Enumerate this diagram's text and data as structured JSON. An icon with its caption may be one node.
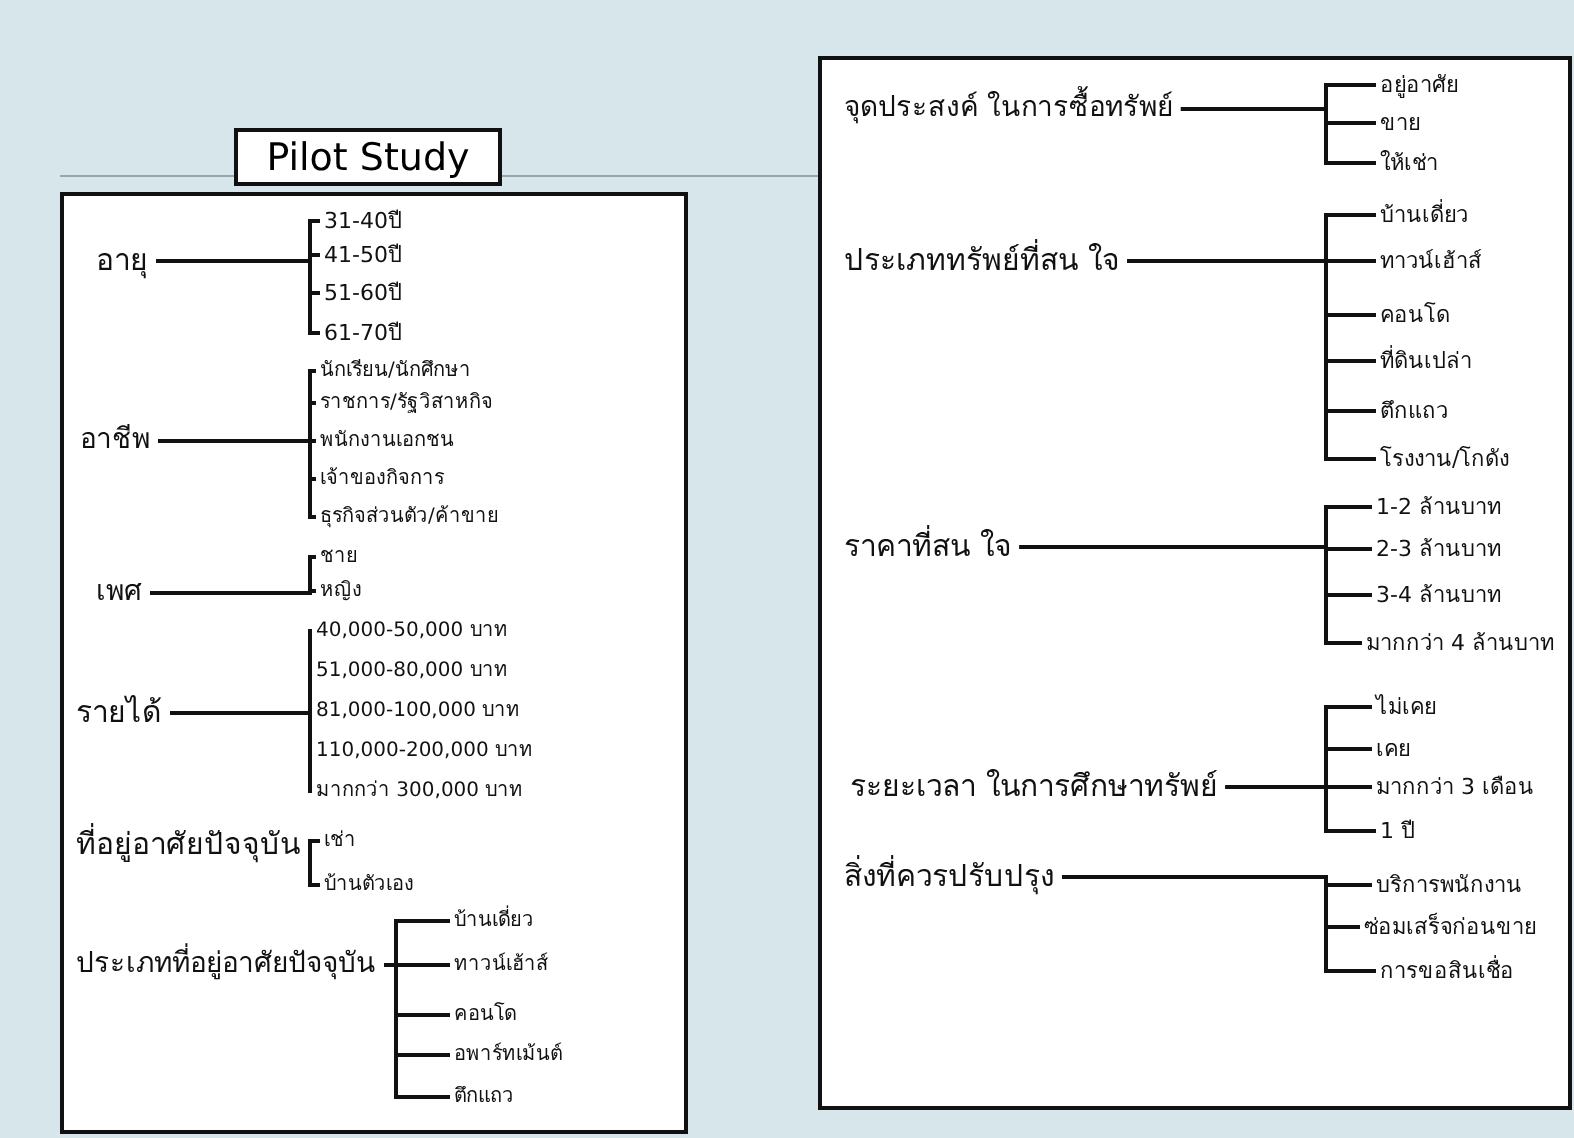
{
  "diagram": {
    "nodes": [
      {
        "text": [
          "Pilot Study"
        ]
      },
      {
        "text": [],
        "shape": "box"
      },
      {
        "text": [
          "อายุ"
        ],
        "in": 1
      },
      {
        "text": [
          "31-40ปี"
        ],
        "in": 1
      },
      {
        "text": [
          "41-50ปี"
        ],
        "in": 1
      },
      {
        "text": [
          "51-60ปี"
        ],
        "in": 1
      },
      {
        "text": [
          "61-70ปี"
        ],
        "in": 1
      },
      {
        "text": [
          "อาชีพ"
        ],
        "in": 1
      },
      {
        "text": [
          "นักเรียน/นักศึกษา"
        ],
        "in": 1
      },
      {
        "text": [
          "ราชการ/รัฐวิสาหกิจ"
        ],
        "in": 1
      },
      {
        "text": [
          "พนักงานเอกชน"
        ],
        "in": 1
      },
      {
        "text": [
          "เจ้าของกิจการ"
        ],
        "in": 1
      },
      {
        "text": [
          "ธุรกิจส่วนตัว/ค้าขาย"
        ],
        "in": 1
      },
      {
        "text": [
          "เพศ"
        ],
        "in": 1
      },
      {
        "text": [
          "ชาย"
        ],
        "in": 1
      },
      {
        "text": [
          "หญิง"
        ],
        "in": 1
      },
      {
        "text": [
          "รายได้"
        ],
        "in": 1
      },
      {
        "text": [
          "40,000-50,000 บาท"
        ],
        "in": 1
      },
      {
        "text": [
          "51,000-80,000 บาท"
        ],
        "in": 1
      },
      {
        "text": [
          "81,000-100,000 บาท"
        ],
        "in": 1
      },
      {
        "text": [
          "110,000-200,000 บาท"
        ],
        "in": 1
      },
      {
        "text": [
          "มากกว่า 300,000 บาท"
        ],
        "in": 1
      },
      {
        "text": [
          "ที่อยู่อาศัยปัจจุบัน"
        ],
        "in": 1
      },
      {
        "text": [
          "เช่า"
        ],
        "in": 1
      },
      {
        "text": [
          "บ้านตัวเอง"
        ],
        "in": 1
      },
      {
        "text": [
          "ประเภทที่อยู่อาศัยปัจจุบัน"
        ],
        "in": 1
      },
      {
        "text": [
          "บ้านเดี่ยว"
        ],
        "in": 1
      },
      {
        "text": [
          "ทาวน์เฮ้าส์"
        ],
        "in": 1
      },
      {
        "text": [
          "คอนโด"
        ],
        "in": 1
      },
      {
        "text": [
          "อพาร์ทเม้นต์"
        ],
        "in": 1
      },
      {
        "text": [
          "ตึกแถว"
        ],
        "in": 1
      },
      {
        "text": [],
        "shape": "box"
      },
      {
        "text": [
          "จุดประสงค์ ในการซื้อทรัพย์"
        ],
        "in": 31
      },
      {
        "text": [
          "อยู่อาศัย"
        ],
        "in": 31
      },
      {
        "text": [
          "ขาย"
        ],
        "in": 31
      },
      {
        "text": [
          "ให้เช่า"
        ],
        "in": 31
      },
      {
        "text": [
          "ประเภททรัพย์ที่สน ใจ"
        ],
        "in": 31
      },
      {
        "text": [
          "บ้านเดี่ยว"
        ],
        "in": 31
      },
      {
        "text": [
          "ทาวน์เฮ้าส์"
        ],
        "in": 31
      },
      {
        "text": [
          "คอนโด"
        ],
        "in": 31
      },
      {
        "text": [
          "ที่ดินเปล่า"
        ],
        "in": 31
      },
      {
        "text": [
          "ตึกแถว"
        ],
        "in": 31
      },
      {
        "text": [
          "โรงงาน/โกดัง"
        ],
        "in": 31
      },
      {
        "text": [
          "ราคาที่สน ใจ"
        ],
        "in": 31
      },
      {
        "text": [
          "1-2 ล้านบาท"
        ],
        "in": 31
      },
      {
        "text": [
          "2-3 ล้านบาท"
        ],
        "in": 31
      },
      {
        "text": [
          "3-4 ล้านบาท"
        ],
        "in": 31
      },
      {
        "text": [
          "มากกว่า 4 ล้านบาท"
        ],
        "in": 31
      },
      {
        "text": [
          "ระยะเวลา ในการศึกษาทรัพย์"
        ],
        "in": 31
      },
      {
        "text": [
          "ไม่เคย"
        ],
        "in": 31
      },
      {
        "text": [
          "เคย"
        ],
        "in": 31
      },
      {
        "text": [
          "มากกว่า 3 เดือน"
        ],
        "in": 31
      },
      {
        "text": [
          "1 ปี"
        ],
        "in": 31
      },
      {
        "text": [
          "สิ่งที่ควรปรับปรุง"
        ],
        "in": 31
      },
      {
        "text": [
          "บริการพนักงาน"
        ],
        "in": 31
      },
      {
        "text": [
          "ซ่อมเสร็จก่อนขาย"
        ],
        "in": 31
      },
      {
        "text": [
          "การขอสินเชื่อ"
        ],
        "in": 31
      }
    ],
    "edges": [
      {
        "from": 2,
        "to": 3,
        "arrow": "none"
      },
      {
        "from": 2,
        "to": 4,
        "arrow": "none"
      },
      {
        "from": 2,
        "to": 5,
        "arrow": "none"
      },
      {
        "from": 2,
        "to": 6,
        "arrow": "none"
      },
      {
        "from": 7,
        "to": 8,
        "arrow": "none"
      },
      {
        "from": 7,
        "to": 9,
        "arrow": "none"
      },
      {
        "from": 7,
        "to": 10,
        "arrow": "none"
      },
      {
        "from": 7,
        "to": 11,
        "arrow": "none"
      },
      {
        "from": 7,
        "to": 12,
        "arrow": "none"
      },
      {
        "from": 13,
        "to": 14,
        "arrow": "none"
      },
      {
        "from": 13,
        "to": 15,
        "arrow": "none"
      },
      {
        "from": 16,
        "to": 17,
        "arrow": "none"
      },
      {
        "from": 16,
        "to": 18,
        "arrow": "none"
      },
      {
        "from": 16,
        "to": 19,
        "arrow": "none"
      },
      {
        "from": 16,
        "to": 20,
        "arrow": "none"
      },
      {
        "from": 16,
        "to": 21,
        "arrow": "none"
      },
      {
        "from": 22,
        "to": 23,
        "arrow": "none"
      },
      {
        "from": 22,
        "to": 24,
        "arrow": "none"
      },
      {
        "from": 25,
        "to": 26,
        "arrow": "none"
      },
      {
        "from": 25,
        "to": 27,
        "arrow": "none"
      },
      {
        "from": 25,
        "to": 28,
        "arrow": "none"
      },
      {
        "from": 25,
        "to": 29,
        "arrow": "none"
      },
      {
        "from": 25,
        "to": 30,
        "arrow": "none"
      },
      {
        "from": 32,
        "to": 33,
        "arrow": "none"
      },
      {
        "from": 32,
        "to": 34,
        "arrow": "none"
      },
      {
        "from": 32,
        "to": 35,
        "arrow": "none"
      },
      {
        "from": 36,
        "to": 37,
        "arrow": "none"
      },
      {
        "from": 36,
        "to": 38,
        "arrow": "none"
      },
      {
        "from": 36,
        "to": 39,
        "arrow": "none"
      },
      {
        "from": 36,
        "to": 40,
        "arrow": "none"
      },
      {
        "from": 36,
        "to": 41,
        "arrow": "none"
      },
      {
        "from": 36,
        "to": 42,
        "arrow": "none"
      },
      {
        "from": 43,
        "to": 44,
        "arrow": "none"
      },
      {
        "from": 43,
        "to": 45,
        "arrow": "none"
      },
      {
        "from": 43,
        "to": 46,
        "arrow": "none"
      },
      {
        "from": 43,
        "to": 47,
        "arrow": "none"
      },
      {
        "from": 48,
        "to": 49,
        "arrow": "none"
      },
      {
        "from": 48,
        "to": 50,
        "arrow": "none"
      },
      {
        "from": 48,
        "to": 51,
        "arrow": "none"
      },
      {
        "from": 48,
        "to": 52,
        "arrow": "none"
      },
      {
        "from": 53,
        "to": 54,
        "arrow": "none"
      },
      {
        "from": 53,
        "to": 55,
        "arrow": "none"
      },
      {
        "from": 53,
        "to": 56,
        "arrow": "none"
      }
    ]
  }
}
